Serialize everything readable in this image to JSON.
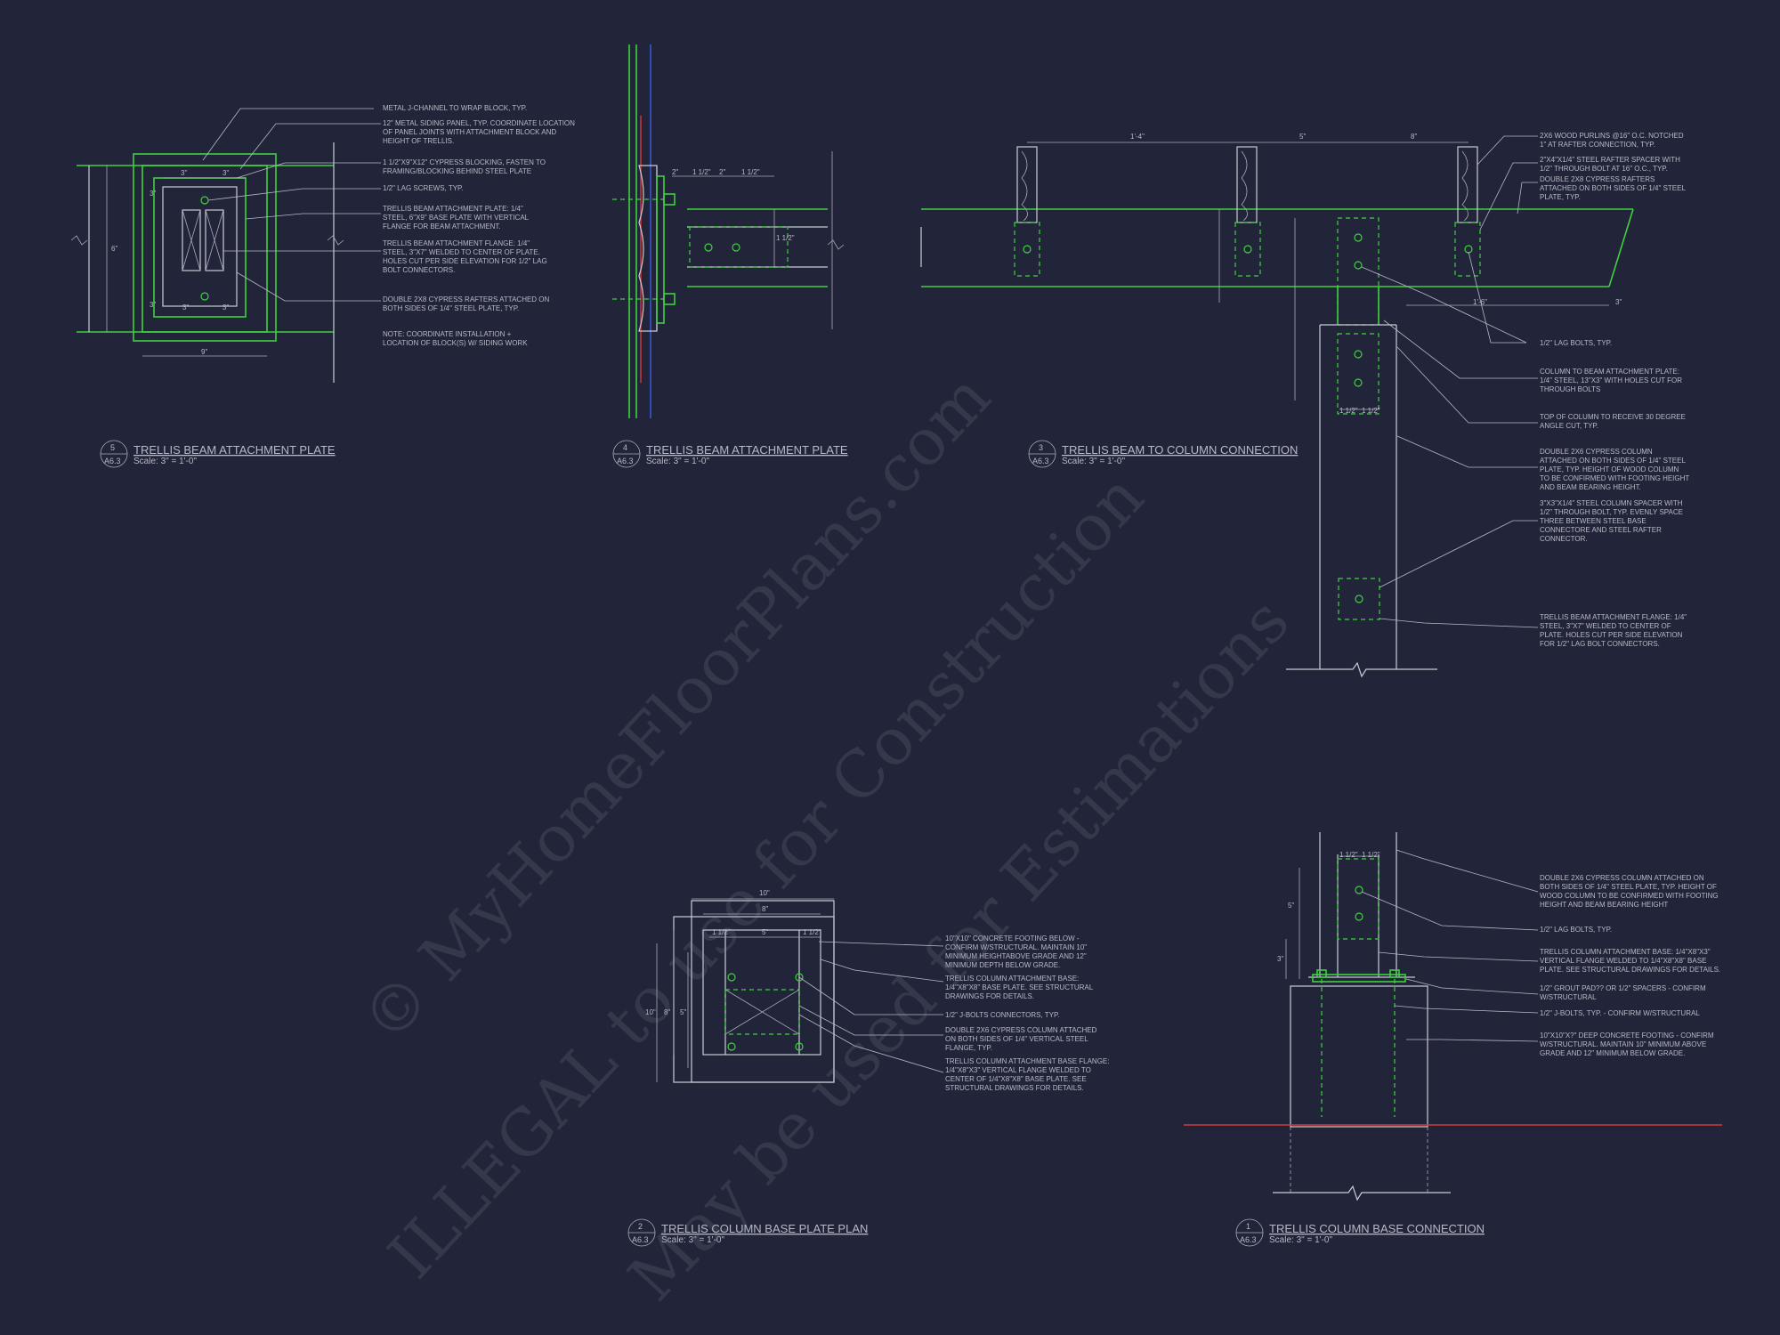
{
  "colors": {
    "background": "#222539",
    "linework": "#c9cbd5",
    "green": "#3fd13f",
    "red": "#d23a3a",
    "blue": "#3a5ee8",
    "text": "#b7b9c6"
  },
  "watermark": {
    "line1": "© MyHomeFloorPlans.com",
    "line2": "ILLEGAL to use for Construction",
    "line3": "May be used for Estimations"
  },
  "details": {
    "d5": {
      "number": "5",
      "sheet": "A6.3",
      "title": "TRELLIS BEAM ATTACHMENT PLATE",
      "scale": "Scale: 3\" = 1'-0\"",
      "notes": [
        "METAL J-CHANNEL TO WRAP BLOCK, TYP.",
        "12\" METAL SIDING PANEL, TYP. COORDINATE LOCATION",
        "OF PANEL JOINTS WITH ATTACHMENT BLOCK AND",
        "HEIGHT OF TRELLIS.",
        "1 1/2\"X9\"X12\" CYPRESS BLOCKING, FASTEN TO",
        "FRAMING/BLOCKING BEHIND STEEL PLATE",
        "1/2\" LAG SCREWS, TYP.",
        "TRELLIS BEAM ATTACHMENT PLATE: 1/4\"",
        "STEEL, 6\"X9\" BASE PLATE WITH VERTICAL",
        "FLANGE FOR BEAM ATTACHMENT.",
        "TRELLIS BEAM ATTACHMENT FLANGE: 1/4\"",
        "STEEL, 3\"X7\" WELDED TO CENTER OF PLATE.",
        "HOLES CUT PER SIDE ELEVATION FOR 1/2\" LAG",
        "BOLT CONNECTORS.",
        "DOUBLE 2X8 CYPRESS RAFTERS ATTACHED ON",
        "BOTH SIDES OF 1/4\" STEEL PLATE, TYP.",
        "NOTE: COORDINATE INSTALLATION +",
        "LOCATION OF BLOCK(S) W/ SIDING WORK"
      ],
      "dims": [
        "3\"",
        "3\"",
        "6\"",
        "9\"",
        "3\"",
        "3\"",
        "3\"",
        "3\""
      ]
    },
    "d4": {
      "number": "4",
      "sheet": "A6.3",
      "title": "TRELLIS BEAM ATTACHMENT PLATE",
      "scale": "Scale: 3\" = 1'-0\"",
      "dims": [
        "2\"",
        "1 1/2\"",
        "2\"",
        "1 1/2\"",
        "1 1/2\""
      ]
    },
    "d3": {
      "number": "3",
      "sheet": "A6.3",
      "title": "TRELLIS BEAM TO COLUMN CONNECTION",
      "scale": "Scale: 3\" = 1'-0\"",
      "notes": [
        "2X6 WOOD PURLINS @16\" O.C. NOTCHED",
        "1\" AT RAFTER CONNECTION, TYP.",
        "2\"X4\"X1/4\" STEEL RAFTER SPACER WITH",
        "1/2\" THROUGH BOLT AT 16\" O.C., TYP.",
        "DOUBLE 2X8 CYPRESS RAFTERS",
        "ATTACHED ON BOTH SIDES OF 1/4\" STEEL",
        "PLATE, TYP.",
        "1/2\" LAG BOLTS, TYP.",
        "COLUMN TO BEAM ATTACHMENT PLATE:",
        "1/4\" STEEL, 13\"X3\" WITH HOLES CUT FOR",
        "THROUGH BOLTS",
        "TOP OF COLUMN TO RECEIVE 30 DEGREE",
        "ANGLE CUT, TYP.",
        "DOUBLE 2X6 CYPRESS COLUMN",
        "ATTACHED ON BOTH SIDES OF 1/4\" STEEL",
        "PLATE, TYP. HEIGHT OF WOOD COLUMN",
        "TO BE CONFIRMED WITH FOOTING HEIGHT",
        "AND BEAM BEARING HEIGHT.",
        "3\"X3\"X1/4\" STEEL COLUMN SPACER WITH",
        "1/2\" THROUGH BOLT, TYP. EVENLY SPACE",
        "THREE BETWEEN STEEL BASE",
        "CONNECTORE AND STEEL RAFTER",
        "CONNECTOR.",
        "TRELLIS BEAM ATTACHMENT FLANGE: 1/4\"",
        "STEEL, 3\"X7\" WELDED TO CENTER OF",
        "PLATE. HOLES CUT PER SIDE ELEVATION",
        "FOR 1/2\" LAG BOLT CONNECTORS."
      ],
      "dims": [
        "1'-4\"",
        "5\"",
        "8\"",
        "1'-6\"",
        "3\"",
        "1 1/2\"",
        "1 1/2\""
      ]
    },
    "d2": {
      "number": "2",
      "sheet": "A6.3",
      "title": "TRELLIS COLUMN BASE PLATE PLAN",
      "scale": "Scale: 3\" = 1'-0\"",
      "notes": [
        "10\"X10\" CONCRETE FOOTING BELOW -",
        "CONFIRM W/STRUCTURAL. MAINTAIN 10\"",
        "MINIMUM HEIGHTABOVE GRADE AND 12\"",
        "MINIMUM DEPTH BELOW GRADE.",
        "TRELLIS COLUMN ATTACHMENT BASE:",
        "1/4\"X8\"X8\" BASE PLATE. SEE STRUCTURAL",
        "DRAWINGS FOR DETAILS.",
        "1/2\" J-BOLTS CONNECTORS, TYP.",
        "DOUBLE 2X6 CYPRESS COLUMN ATTACHED",
        "ON BOTH SIDES OF 1/4\" VERTICAL STEEL",
        "FLANGE, TYP.",
        "TRELLIS COLUMN ATTACHMENT BASE FLANGE:",
        "1/4\"X8\"X3\" VERTICAL FLANGE WELDED TO",
        "CENTER OF 1/4\"X8\"X8\" BASE PLATE. SEE",
        "STRUCTURAL DRAWINGS FOR DETAILS."
      ],
      "dims": [
        "10\"",
        "8\"",
        "1 1/2\"",
        "5\"",
        "1 1/2\"",
        "10\"",
        "8\"",
        "5\""
      ]
    },
    "d1": {
      "number": "1",
      "sheet": "A6.3",
      "title": "TRELLIS COLUMN BASE CONNECTION",
      "scale": "Scale: 3\" = 1'-0\"",
      "notes": [
        "DOUBLE 2X6 CYPRESS COLUMN ATTACHED ON",
        "BOTH SIDES OF 1/4\" STEEL PLATE, TYP. HEIGHT OF",
        "WOOD COLUMN TO BE CONFIRMED WITH FOOTING",
        "HEIGHT AND BEAM BEARING HEIGHT",
        "1/2\" LAG BOLTS, TYP.",
        "TRELLIS COLUMN ATTACHMENT BASE: 1/4\"X8\"X3\"",
        "VERTICAL FLANGE WELDED TO 1/4\"X8\"X8\" BASE",
        "PLATE. SEE STRUCTURAL DRAWINGS FOR DETAILS.",
        "1/2\" GROUT PAD?? OR 1/2\" SPACERS - CONFIRM",
        "W/STRUCTURAL",
        "1/2\" J-BOLTS, TYP. - CONFIRM W/STRUCTURAL",
        "10\"X10\"X?\" DEEP CONCRETE FOOTING - CONFIRM",
        "W/STRUCTURAL. MAINTAIN 10\" MINIMUM ABOVE",
        "GRADE AND 12\" MINIMUM BELOW GRADE."
      ],
      "dims": [
        "1 1/2\"",
        "1 1/2\"",
        "5\"",
        "3\""
      ]
    }
  }
}
